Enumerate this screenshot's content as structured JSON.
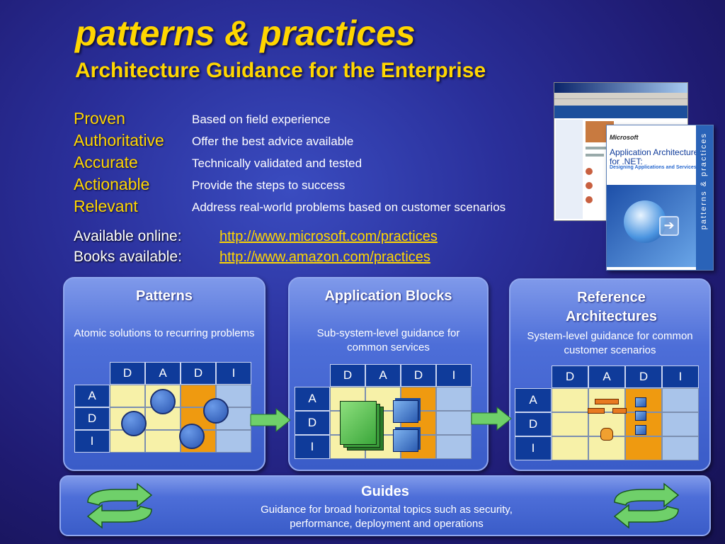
{
  "header": {
    "title": "patterns & practices",
    "subtitle": "Architecture Guidance for the Enterprise"
  },
  "attributes": [
    {
      "label": "Proven",
      "description": "Based on field experience"
    },
    {
      "label": "Authoritative",
      "description": "Offer the best advice available"
    },
    {
      "label": "Accurate",
      "description": "Technically validated and tested"
    },
    {
      "label": "Actionable",
      "description": "Provide the steps to success"
    },
    {
      "label": "Relevant",
      "description": "Address real-world problems based on customer scenarios"
    }
  ],
  "links": [
    {
      "label": "Available online:",
      "url": "http://www.microsoft.com/practices"
    },
    {
      "label": "Books available:",
      "url": "http://www.amazon.com/practices"
    }
  ],
  "book": {
    "publisher": "Microsoft",
    "title": "Application Architecture for .NET:",
    "subtitle": "Designing Applications and Services",
    "spine": "patterns & practices"
  },
  "panels": [
    {
      "title": "Patterns",
      "description": "Atomic solutions to recurring problems"
    },
    {
      "title": "Application Blocks",
      "description": "Sub-system-level guidance for common services"
    },
    {
      "title": "Reference Architectures",
      "description": "System-level guidance for common customer scenarios"
    }
  ],
  "matrix": {
    "columns": [
      "D",
      "A",
      "D",
      "I"
    ],
    "rows": [
      "A",
      "D",
      "I"
    ]
  },
  "guides": {
    "title": "Guides",
    "description": "Guidance for broad horizontal topics such as security, performance, deployment and operations"
  },
  "colors": {
    "accent": "#ffd600",
    "header_cell": "#0f3b9a",
    "yellow_cell": "#f7f1a8",
    "orange_cell": "#ef9a10",
    "blue_cell": "#a9c4ea",
    "arrow_green": "#6fd06a"
  }
}
